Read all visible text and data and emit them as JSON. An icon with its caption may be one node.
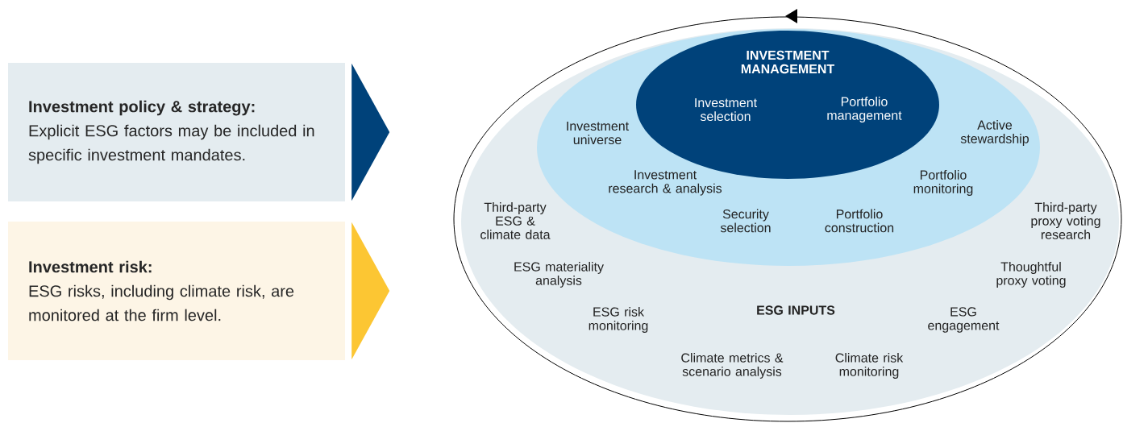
{
  "diagram": {
    "nodes": [
      {
        "text": [
          "Investment policy & strategy:",
          "Explicit ESG factors may be included in specific investment mandates."
        ]
      },
      {
        "text": [
          "Investment risk:",
          "ESG risks, including climate risk, are monitored at the firm level."
        ]
      },
      {
        "text": [
          "ESG INPUTS",
          "Third-party ESG & climate data",
          "Third-party proxy voting research",
          "ESG materiality analysis",
          "Thoughtful proxy voting",
          "ESG risk monitoring",
          "ESG engagement",
          "Climate metrics & scenario analysis",
          "Climate risk monitoring"
        ]
      },
      {
        "text": [
          "Investment universe",
          "Active stewardship",
          "Investment research & analysis",
          "Portfolio monitoring",
          "Security selection",
          "Portfolio construction"
        ],
        "in": 2
      },
      {
        "text": [
          "INVESTMENT MANAGEMENT",
          "Investment selection",
          "Portfolio management"
        ],
        "in": 3
      }
    ],
    "edges": [
      {
        "from": 0,
        "to": 2,
        "arrow": "to",
        "color": "#00427a"
      },
      {
        "from": 1,
        "to": 2,
        "arrow": "to",
        "color": "#fcc633"
      }
    ]
  }
}
